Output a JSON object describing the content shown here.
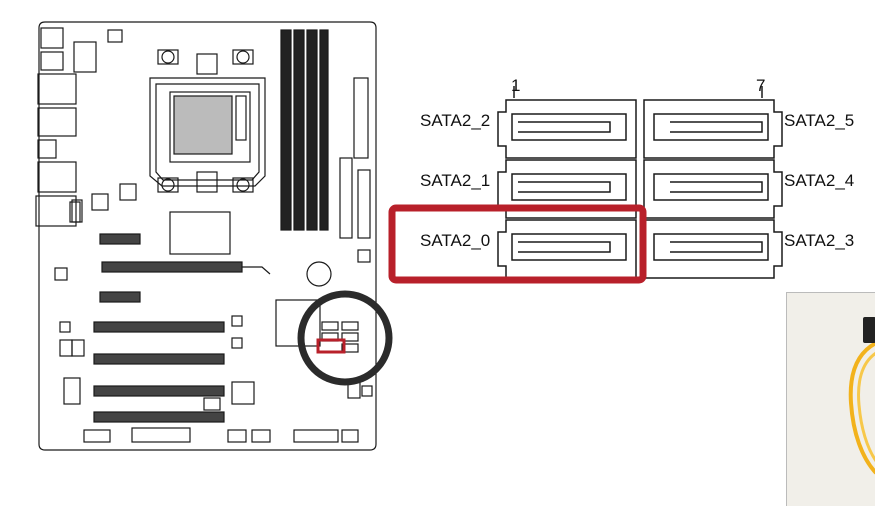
{
  "ports": {
    "left": [
      {
        "label": "SATA2_2"
      },
      {
        "label": "SATA2_1"
      },
      {
        "label": "SATA2_0"
      }
    ],
    "right": [
      {
        "label": "SATA2_5"
      },
      {
        "label": "SATA2_4"
      },
      {
        "label": "SATA2_3"
      }
    ],
    "pin_left": "1",
    "pin_right": "7"
  },
  "colors": {
    "highlight": "#b8202a",
    "outline": "#1a1a1a",
    "circle": "#2b2b2b",
    "cable": "#f2b21c"
  },
  "icons": {
    "board": "motherboard-layout-icon",
    "photo": "sata-cable-photo"
  }
}
